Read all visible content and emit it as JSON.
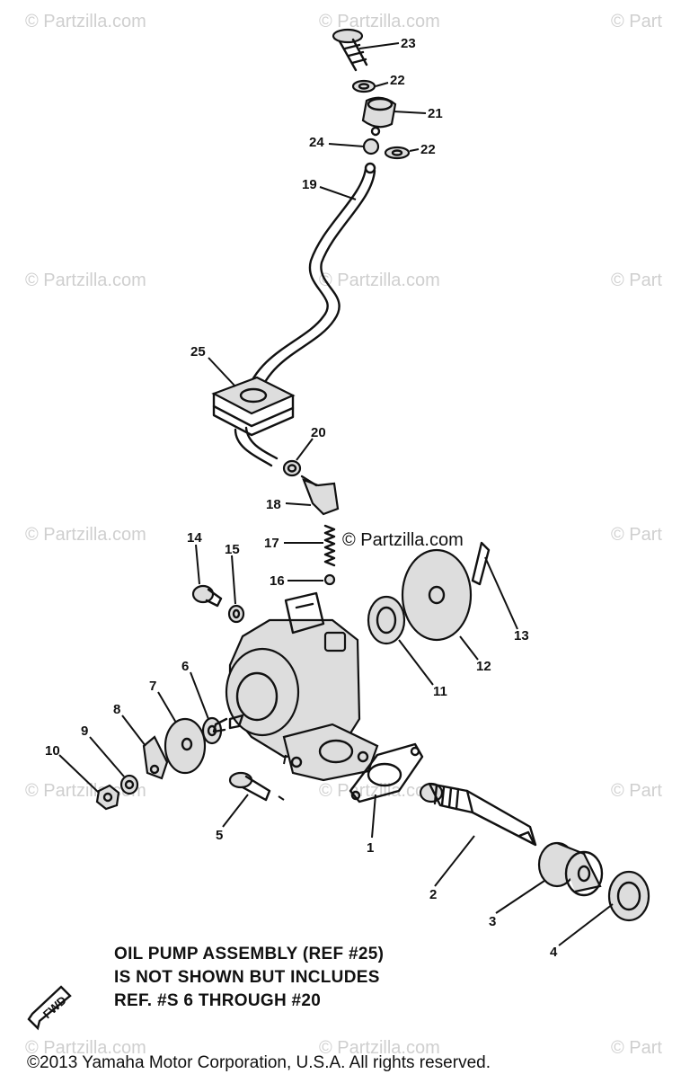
{
  "watermark": "© Partzilla.com",
  "watermark_short": "© Part",
  "center_watermark": "© Partzilla.com",
  "callouts": [
    "23",
    "22",
    "21",
    "24",
    "22",
    "19",
    "25",
    "20",
    "18",
    "17",
    "16",
    "14",
    "15",
    "13",
    "12",
    "11",
    "6",
    "7",
    "8",
    "9",
    "10",
    "5",
    "1",
    "2",
    "3",
    "4"
  ],
  "note": {
    "line1": "OIL PUMP ASSEMBLY (REF #25)",
    "line2": "IS NOT SHOWN BUT INCLUDES",
    "line3": "REF. #S 6 THROUGH #20"
  },
  "fwd_label": "FWD",
  "copyright": "©2013  Yamaha Motor Corporation, U.S.A. All rights reserved."
}
